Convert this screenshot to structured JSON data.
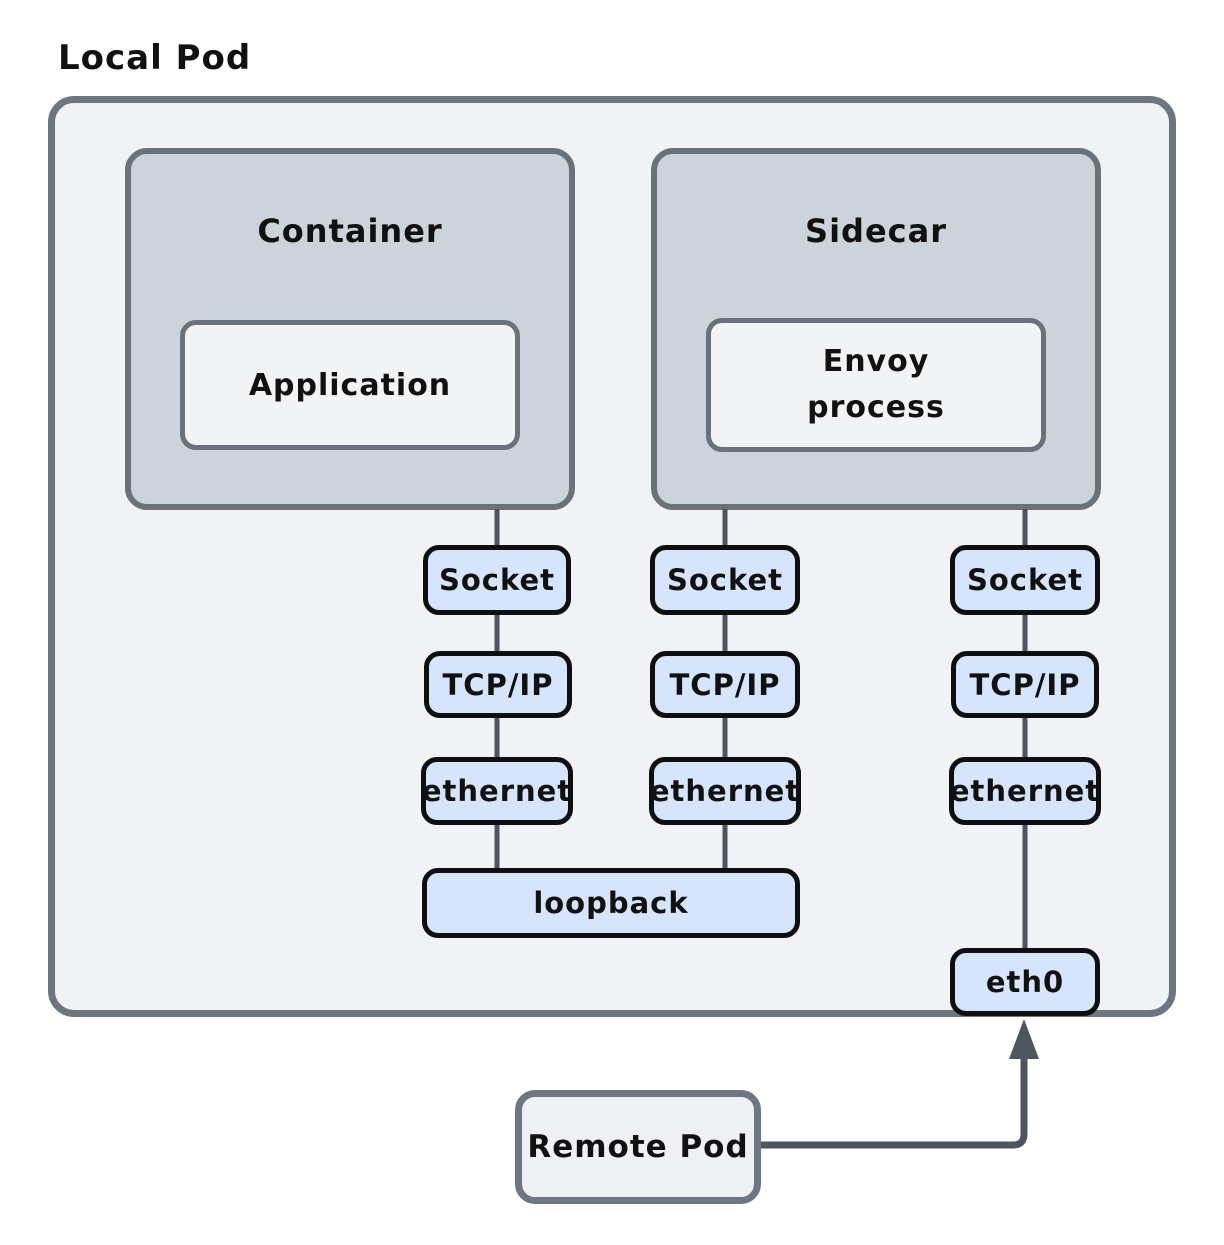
{
  "diagram": {
    "title": "Local Pod",
    "container": {
      "label": "Container",
      "inner_label": "Application"
    },
    "sidecar": {
      "label": "Sidecar",
      "inner_line1": "Envoy",
      "inner_line2": "process"
    },
    "stacks": [
      {
        "layers": [
          "Socket",
          "TCP/IP",
          "ethernet"
        ]
      },
      {
        "layers": [
          "Socket",
          "TCP/IP",
          "ethernet"
        ]
      },
      {
        "layers": [
          "Socket",
          "TCP/IP",
          "ethernet"
        ]
      }
    ],
    "loopback_label": "loopback",
    "eth0_label": "eth0",
    "remote_pod_label": "Remote Pod"
  },
  "colors": {
    "page_background": "#ffffff",
    "pod_fill": "#f0f2f5",
    "pod_border": "#6e7781",
    "group_fill": "#ccd3da",
    "group_border": "#697179",
    "inner_fill": "#f1f3f5",
    "node_fill": "#d6e5fc",
    "node_border": "#0f0f0f",
    "connector": "#4e555e",
    "text": "#111111"
  }
}
